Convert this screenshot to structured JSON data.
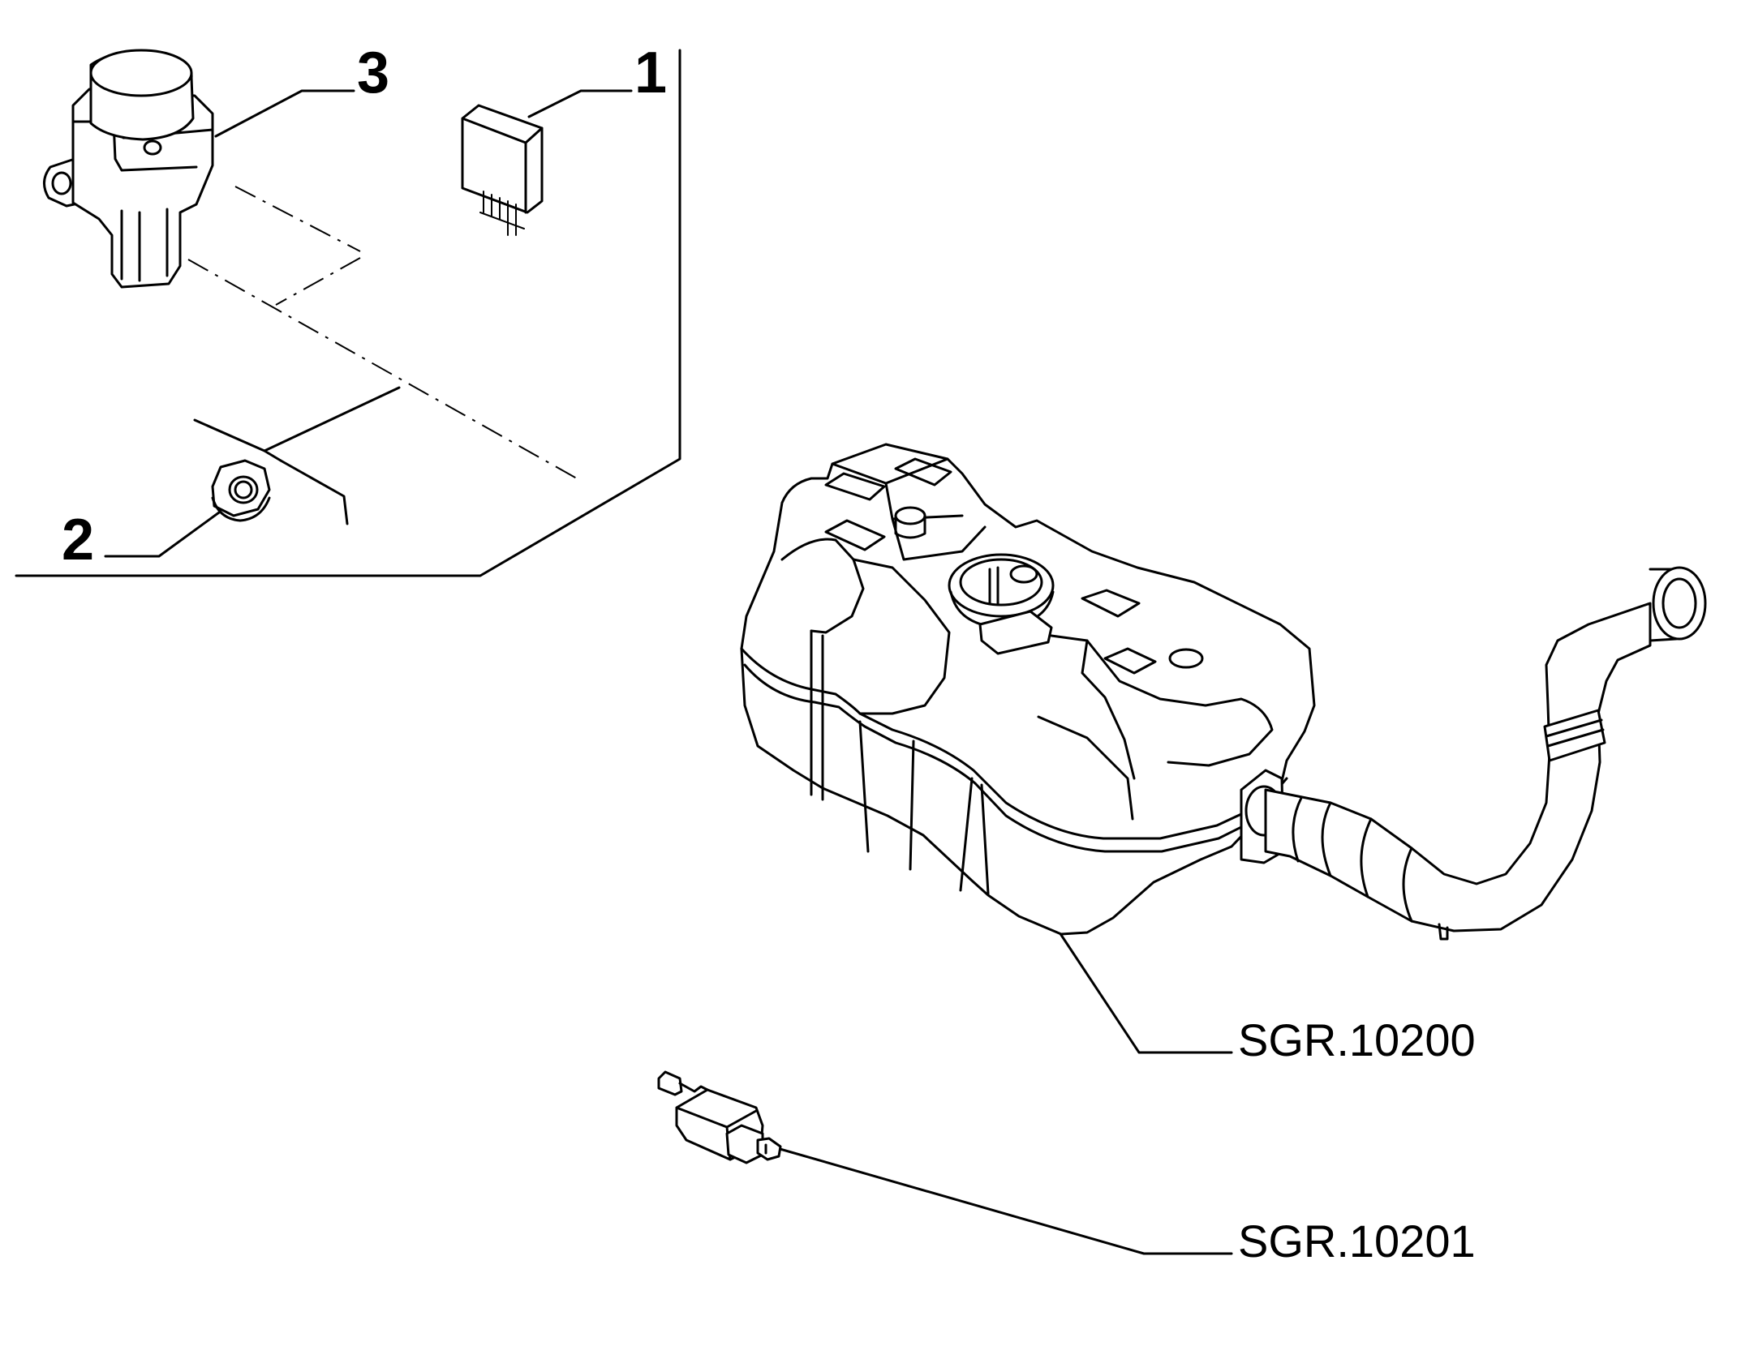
{
  "callouts": {
    "part_1": "1",
    "part_2": "2",
    "part_3": "3",
    "ref_tank": "SGR.10200",
    "ref_sensor": "SGR.10201"
  },
  "colors": {
    "line": "#000000",
    "background": "#ffffff"
  }
}
